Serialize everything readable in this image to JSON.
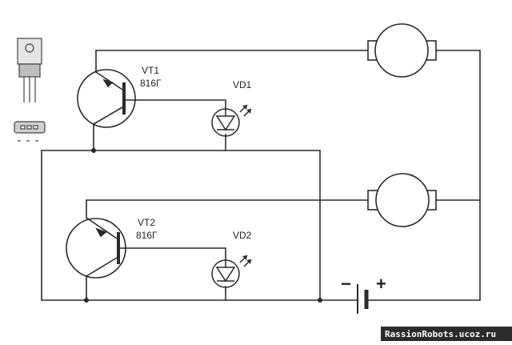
{
  "colors": {
    "wire": "#2a2a2a",
    "background": "#ffffff",
    "watermark": "#ffffff"
  },
  "transistors": [
    {
      "label": "VT1",
      "part": "816Г"
    },
    {
      "label": "VT2",
      "part": "816Г"
    }
  ],
  "leds": [
    {
      "label": "VD1"
    },
    {
      "label": "VD2"
    }
  ],
  "battery": {
    "minus": "−",
    "plus": "+"
  },
  "watermark": "RassionRobots.ucoz.ru"
}
